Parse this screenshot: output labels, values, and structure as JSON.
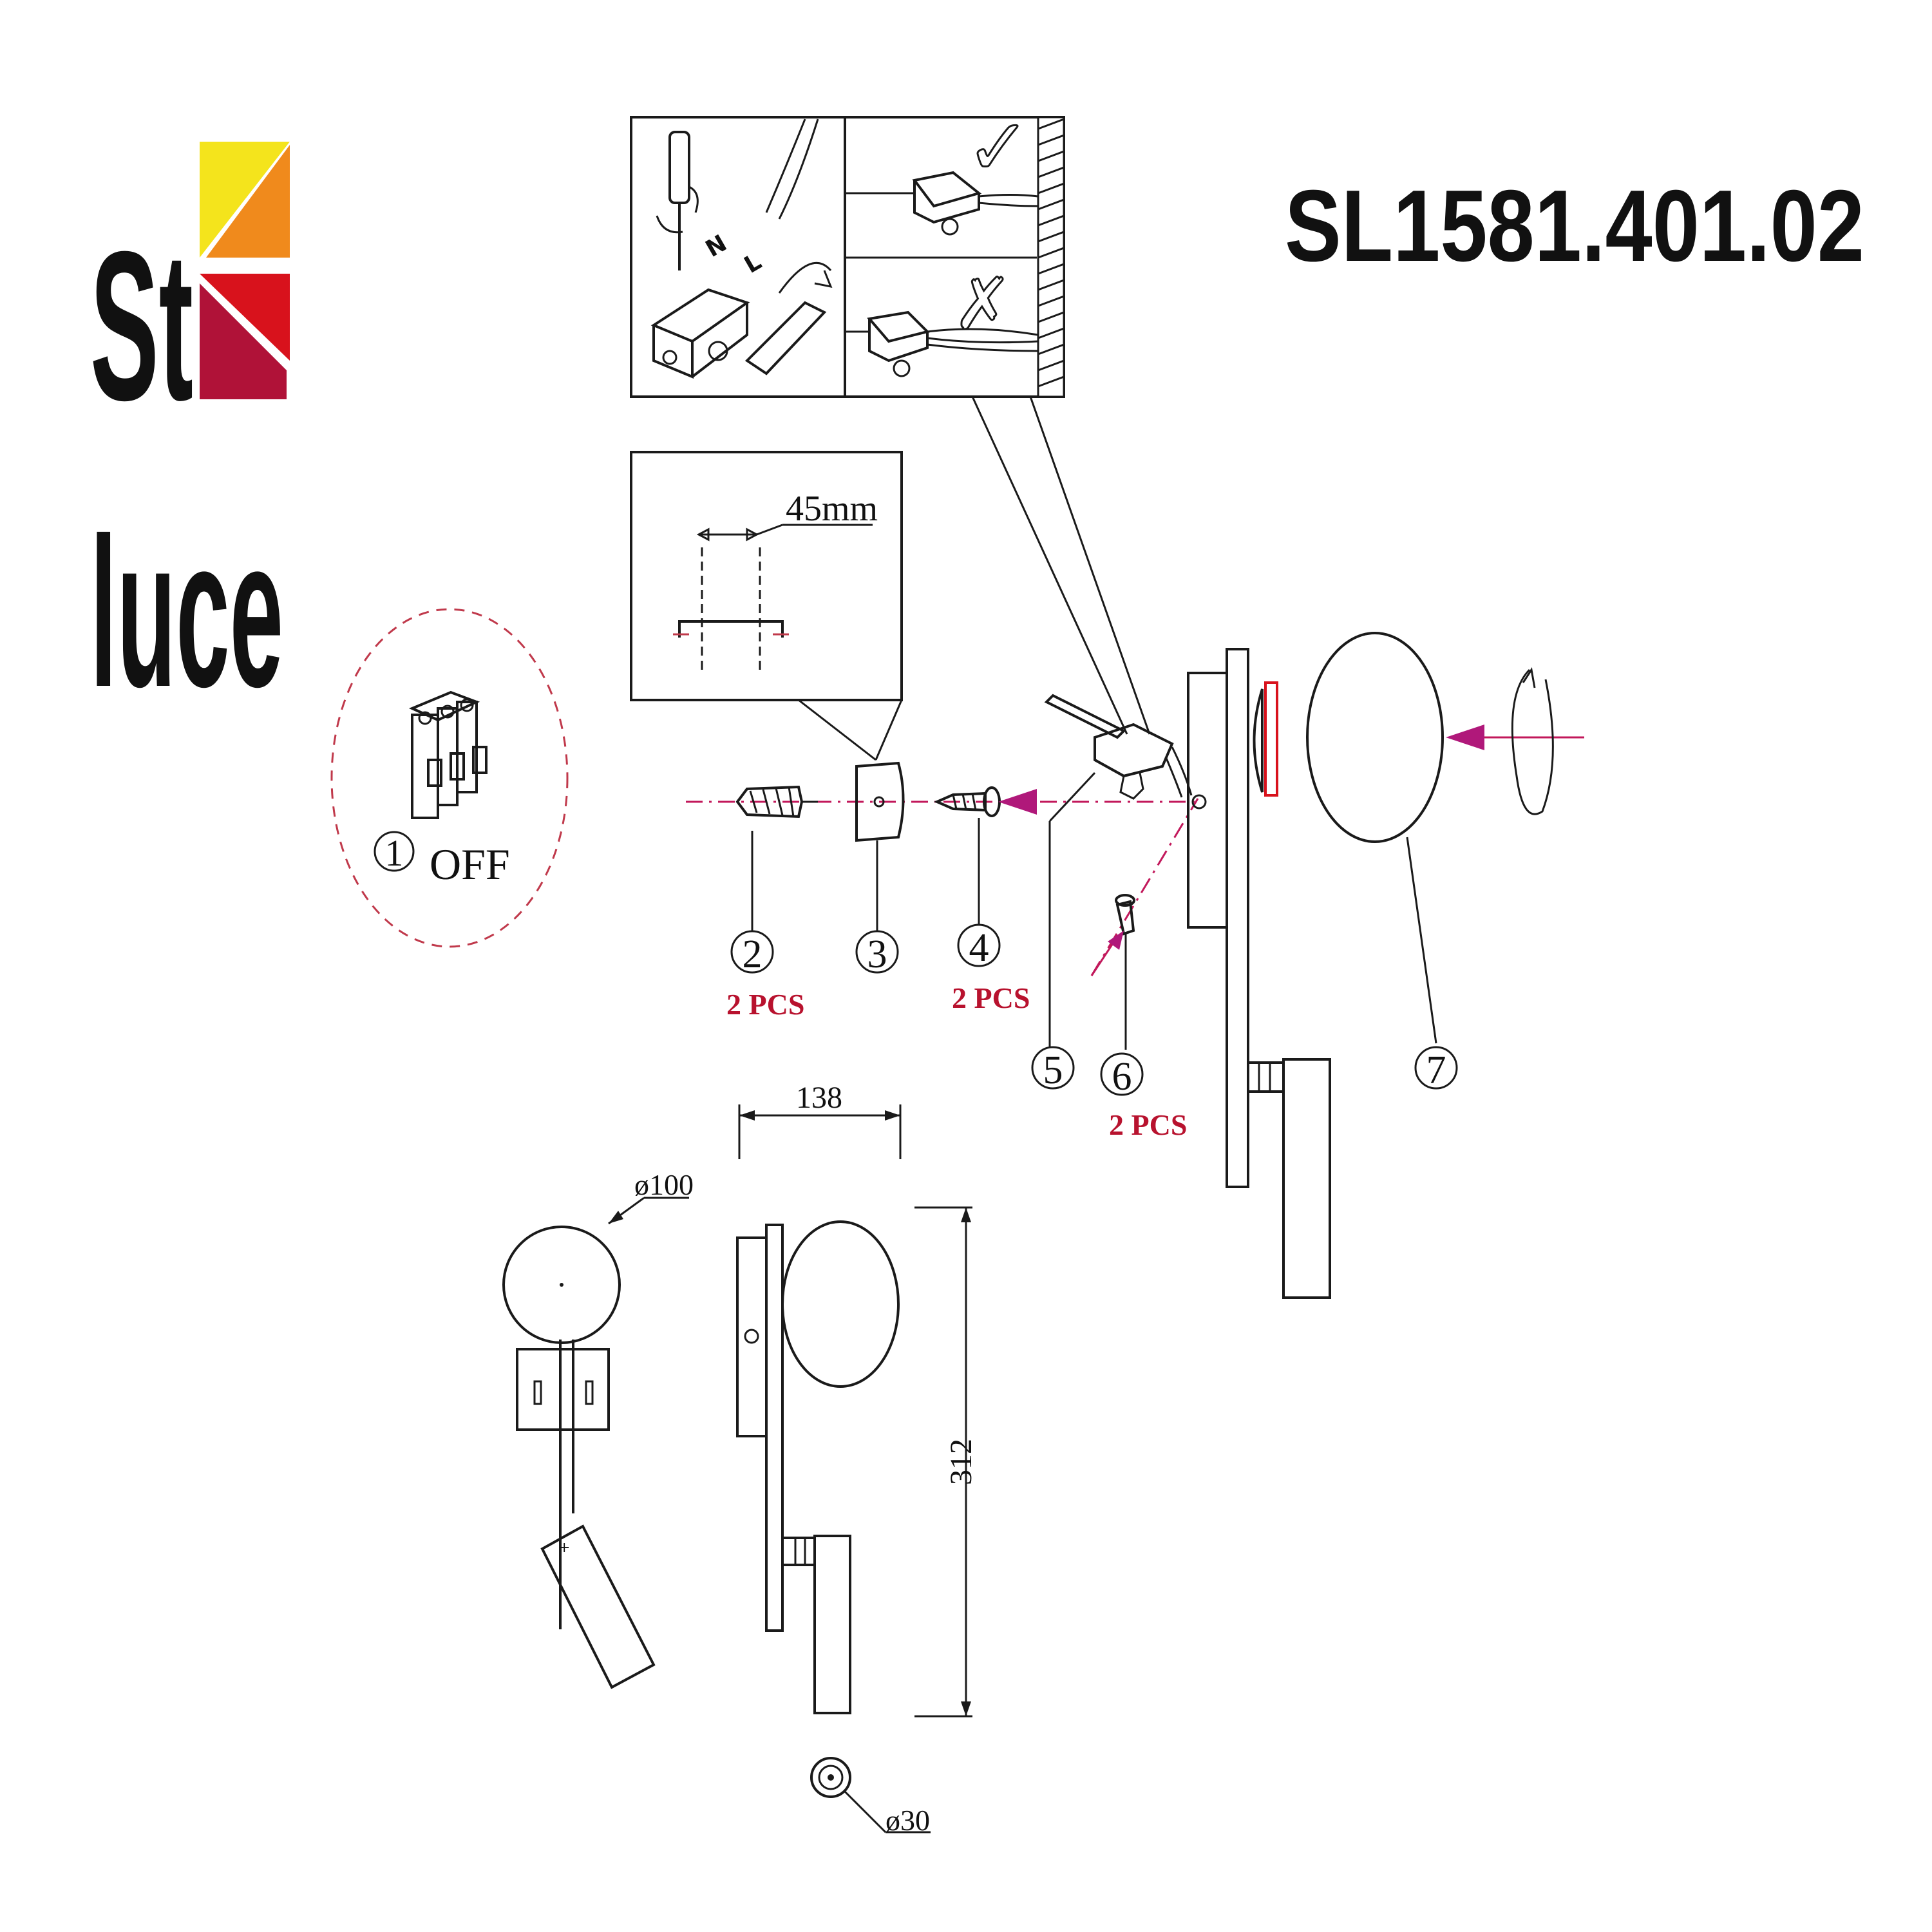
{
  "brand": {
    "logo_text_top": "St",
    "logo_text_bottom": "luce",
    "colors": {
      "yellow": "#f4e41c",
      "orange": "#f08a1c",
      "red": "#d8121c",
      "crimson": "#b01238"
    }
  },
  "model_number": "SL1581.401.02",
  "steps": {
    "step1": {
      "number": "1",
      "label": "OFF"
    },
    "step2": {
      "number": "2",
      "qty": "2 PCS"
    },
    "step3": {
      "number": "3"
    },
    "step4": {
      "number": "4",
      "qty": "2 PCS"
    },
    "step5": {
      "number": "5"
    },
    "step6": {
      "number": "6",
      "qty": "2 PCS"
    },
    "step7": {
      "number": "7"
    }
  },
  "bracket_callout": {
    "dimension": "45mm"
  },
  "wiring_callout": {
    "terminal_letters": [
      "N",
      "L"
    ],
    "correct_mark": "✓",
    "wrong_mark": "✗"
  },
  "dimensions": {
    "width": "138",
    "height": "312",
    "shade_diameter": "ø100",
    "spot_diameter": "ø30"
  },
  "colors": {
    "accent_magenta": "#b0187a",
    "qty_red": "#b8122e",
    "dash_red": "#c0394b"
  }
}
